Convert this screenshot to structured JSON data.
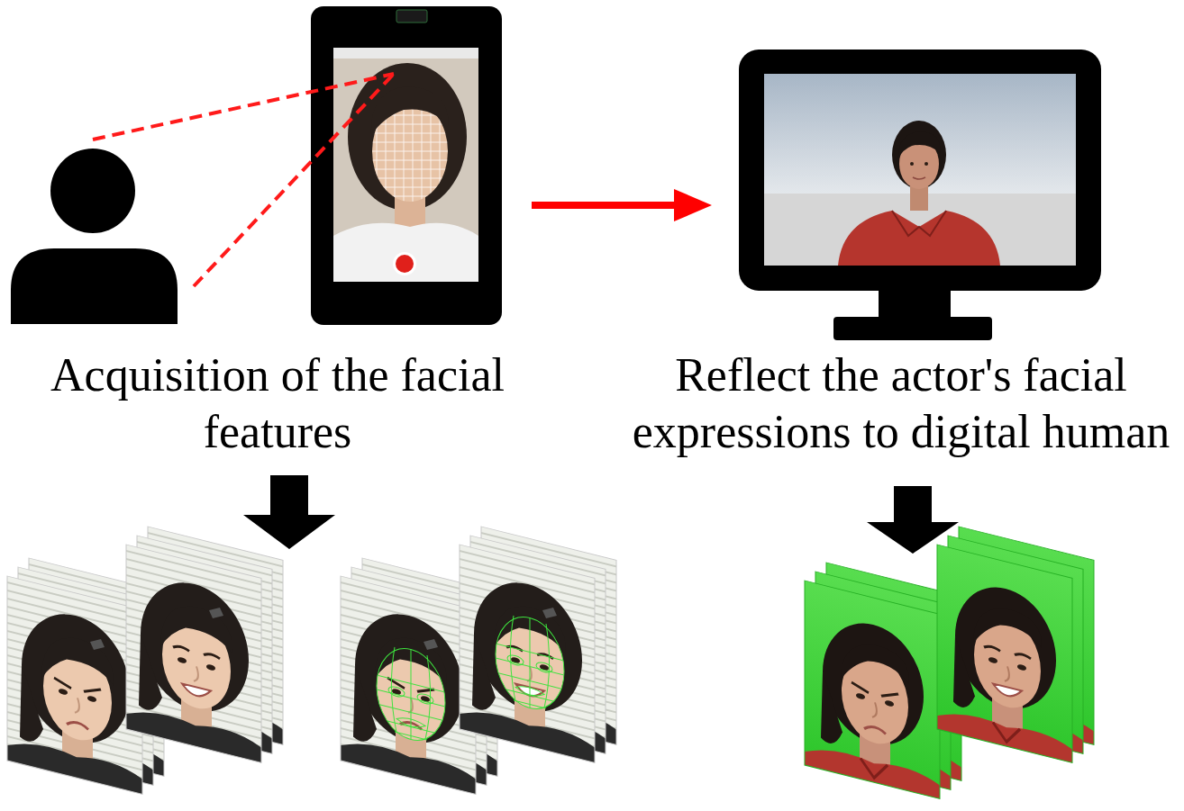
{
  "diagram": {
    "nodes": [
      {
        "text": [
          "Acquisition of the facial features"
        ]
      },
      {
        "text": [
          "Reflect the actor's facial expressions to digital human"
        ]
      }
    ],
    "edges": [
      {
        "from": 0,
        "to": 1,
        "arrow": "to"
      }
    ]
  }
}
